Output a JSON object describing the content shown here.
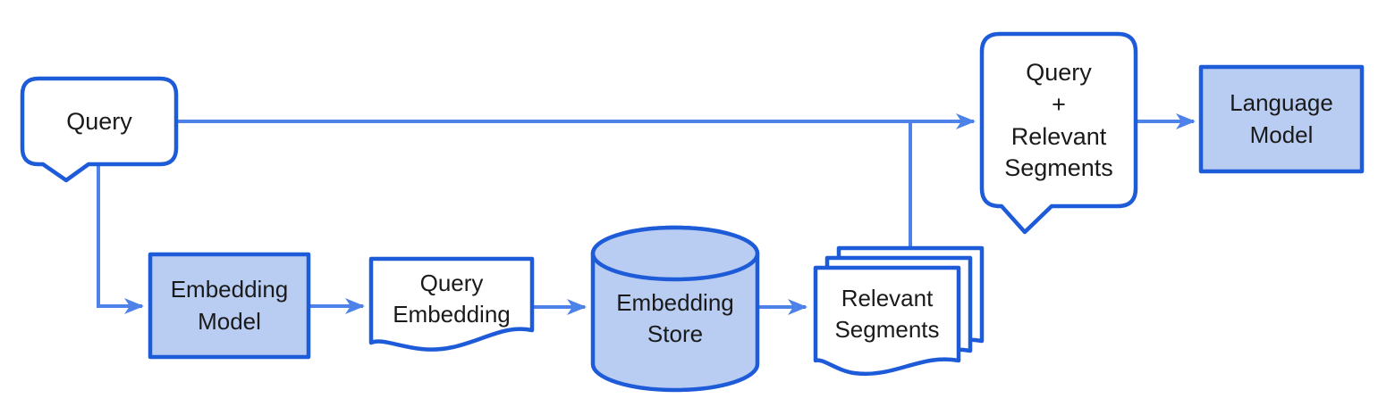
{
  "diagram": {
    "description": "Retrieval-augmented generation query flow diagram",
    "colors": {
      "connector": "#4d82ea",
      "shape_border": "#1d5bd8",
      "shape_fill_blue": "#b9cdf3",
      "shape_fill_white": "#ffffff",
      "text": "#1a1a1a",
      "background": "#ffffff"
    },
    "nodes": {
      "query": {
        "shape": "speech-bubble",
        "lines": [
          "Query"
        ]
      },
      "embedding_model": {
        "shape": "rectangle",
        "lines": [
          "Embedding",
          "Model"
        ]
      },
      "query_embedding": {
        "shape": "document",
        "lines": [
          "Query",
          "Embedding"
        ]
      },
      "embedding_store": {
        "shape": "cylinder",
        "lines": [
          "Embedding",
          "Store"
        ]
      },
      "relevant_segments": {
        "shape": "multi-document",
        "lines": [
          "Relevant",
          "Segments"
        ]
      },
      "query_plus_segments": {
        "shape": "speech-bubble",
        "lines": [
          "Query",
          "+",
          "Relevant",
          "Segments"
        ]
      },
      "language_model": {
        "shape": "rectangle",
        "lines": [
          "Language",
          "Model"
        ]
      }
    },
    "edges": [
      {
        "from": "query",
        "to": "query_plus_segments"
      },
      {
        "from": "query",
        "to": "embedding_model"
      },
      {
        "from": "embedding_model",
        "to": "query_embedding"
      },
      {
        "from": "query_embedding",
        "to": "embedding_store"
      },
      {
        "from": "embedding_store",
        "to": "relevant_segments"
      },
      {
        "from": "relevant_segments",
        "to": "query_plus_segments"
      },
      {
        "from": "query_plus_segments",
        "to": "language_model"
      }
    ]
  }
}
